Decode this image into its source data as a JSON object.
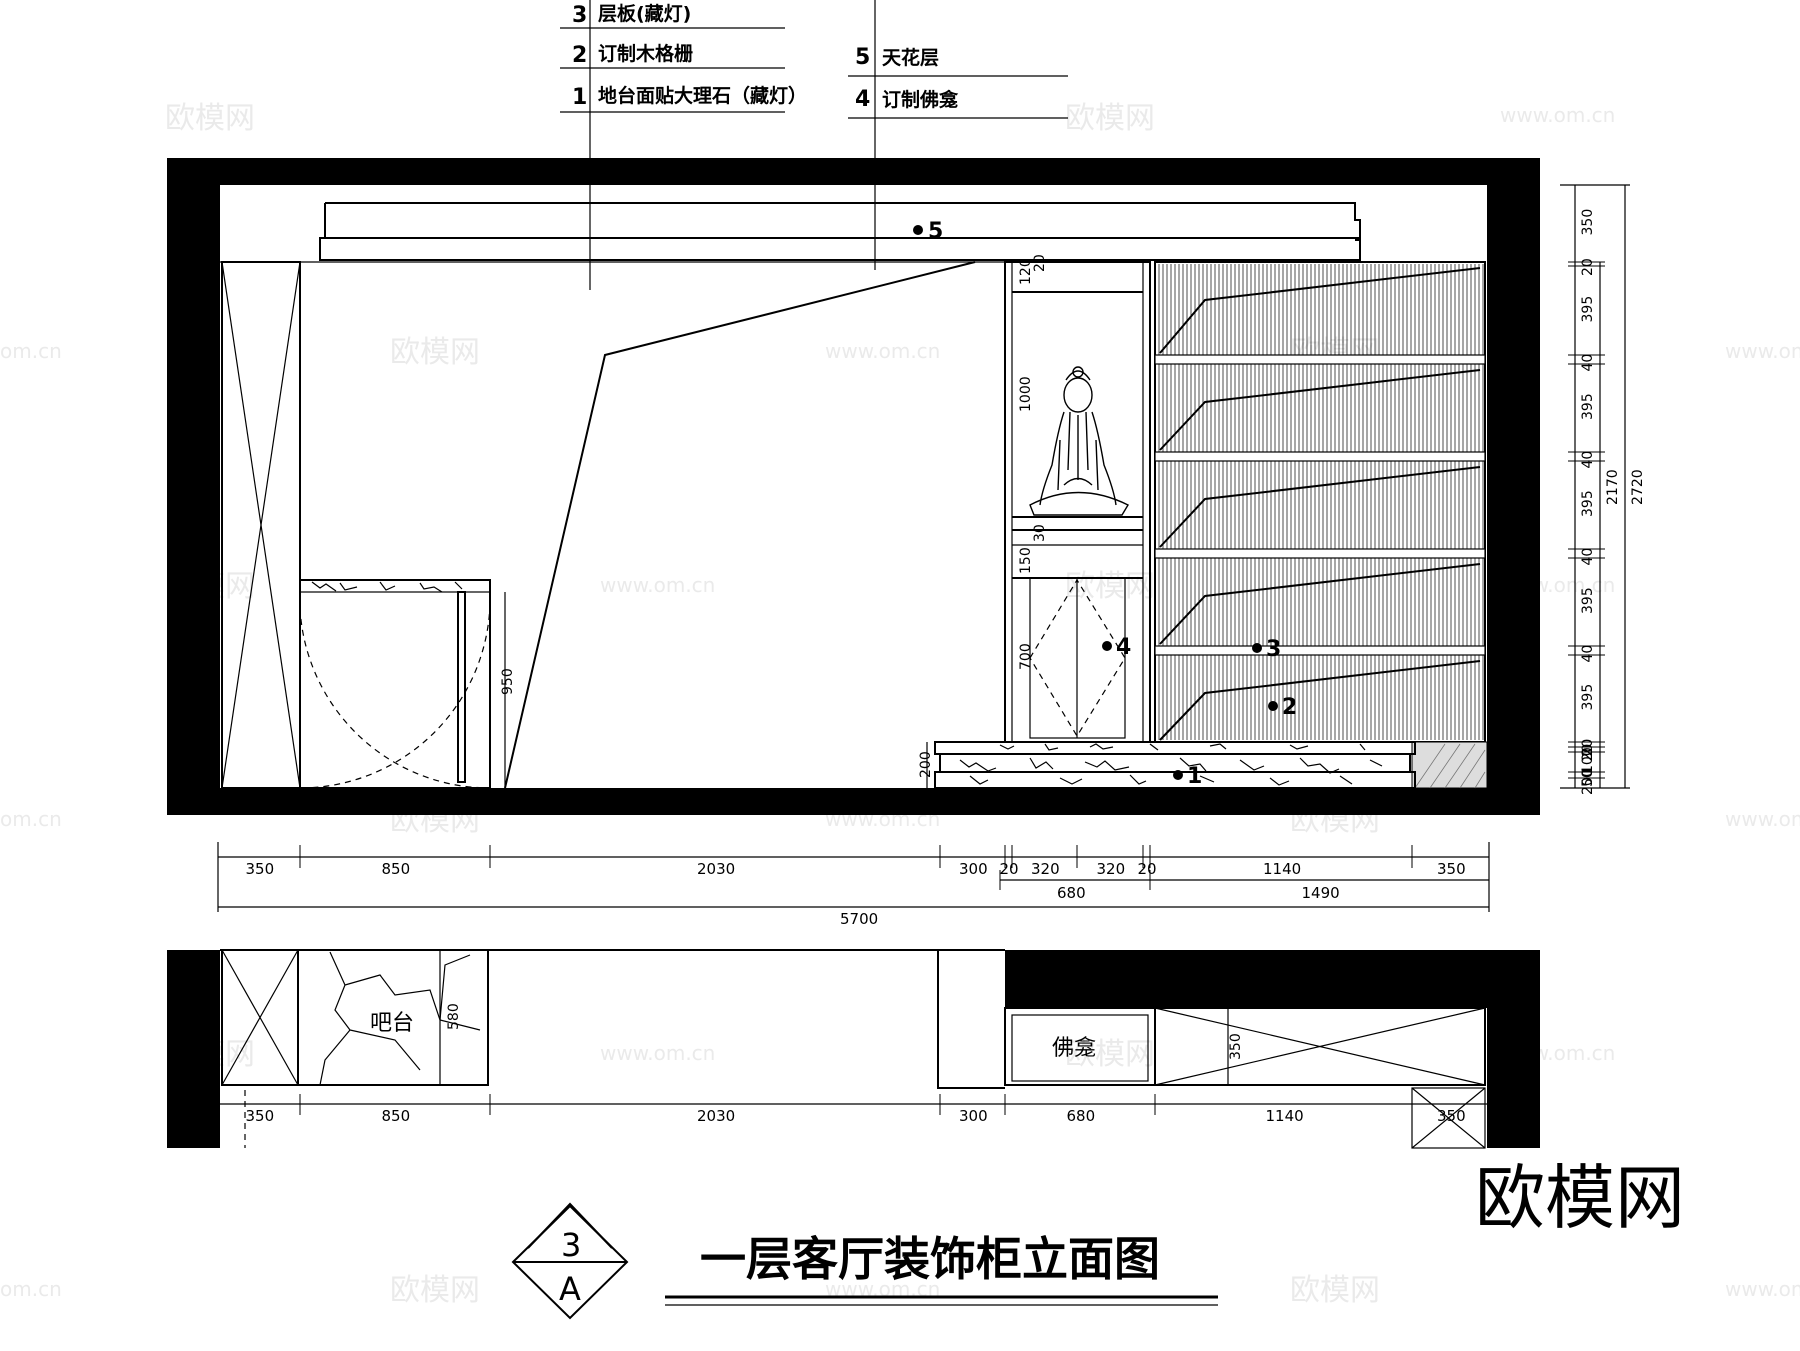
{
  "legend_left": [
    {
      "num": "3",
      "text": "层板(藏灯)"
    },
    {
      "num": "2",
      "text": "订制木格栅"
    },
    {
      "num": "1",
      "text": "地台面贴大理石（藏灯）"
    }
  ],
  "legend_right": [
    {
      "num": "5",
      "text": "天花层"
    },
    {
      "num": "4",
      "text": "订制佛龛"
    }
  ],
  "markers": {
    "m1": "1",
    "m2": "2",
    "m3": "3",
    "m4": "4",
    "m5": "5"
  },
  "elevation_dims": {
    "row1": [
      "350",
      "850",
      "2030",
      "300",
      "20",
      "320",
      "320",
      "20",
      "1140",
      "350"
    ],
    "row2": [
      "680",
      "1490"
    ],
    "total": "5700"
  },
  "right_dims": {
    "segments": [
      "350",
      "20",
      "395",
      "40",
      "395",
      "40",
      "395",
      "40",
      "395",
      "40",
      "395",
      "20",
      "20",
      "100",
      "50",
      "200"
    ],
    "total_inner": "2170",
    "total": "2720"
  },
  "inner_dims": {
    "shrine_top": "120",
    "shrine_niche": "1000",
    "shrine_shelf": "150",
    "shrine_door": "700",
    "base": "200",
    "bar_height": "950",
    "bar_depth": "580",
    "cab_depth": "350",
    "small_a": "30",
    "small_b": "20",
    "small_c": "40"
  },
  "plan_dims": [
    "350",
    "850",
    "2030",
    "300",
    "680",
    "1140",
    "350"
  ],
  "plan_labels": {
    "bar": "吧台",
    "shrine": "佛龛"
  },
  "title": {
    "text": "一层客厅装饰柜立面图",
    "top": "3",
    "bottom": "A"
  },
  "watermark": {
    "brand": "欧模网",
    "url": "www.om.cn",
    "url_partial": "om.cn"
  }
}
